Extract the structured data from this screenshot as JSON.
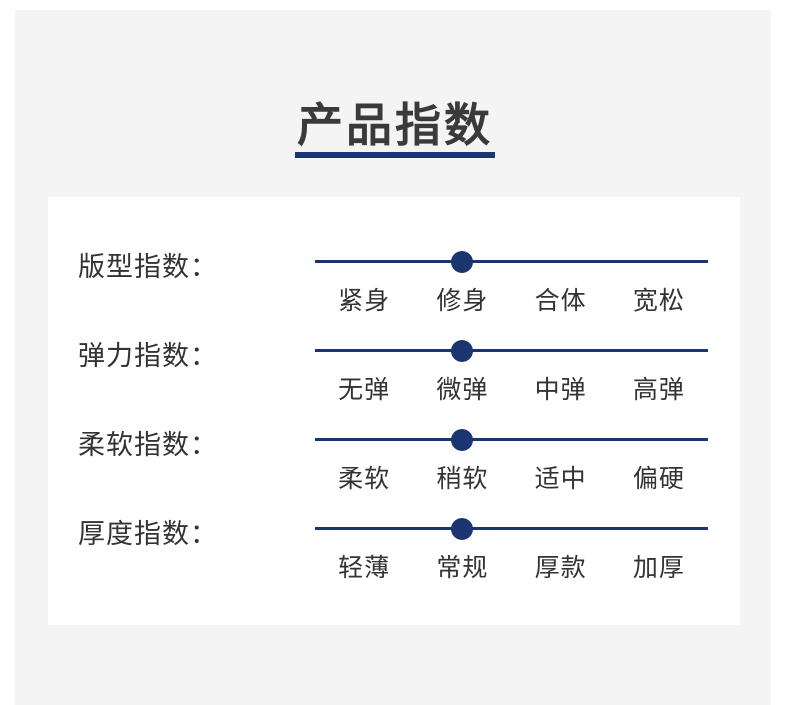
{
  "page": {
    "title": "产品指数",
    "colors": {
      "accent": "#1b3570",
      "panel_bg": "#f4f4f5",
      "card_bg": "#ffffff",
      "text": "#333333"
    }
  },
  "indices": [
    {
      "label": "版型指数：",
      "options": [
        "紧身",
        "修身",
        "合体",
        "宽松"
      ],
      "selected_index": 1,
      "selected": "修身"
    },
    {
      "label": "弹力指数：",
      "options": [
        "无弹",
        "微弹",
        "中弹",
        "高弹"
      ],
      "selected_index": 1,
      "selected": "微弹"
    },
    {
      "label": "柔软指数：",
      "options": [
        "柔软",
        "稍软",
        "适中",
        "偏硬"
      ],
      "selected_index": 1,
      "selected": "稍软"
    },
    {
      "label": "厚度指数：",
      "options": [
        "轻薄",
        "常规",
        "厚款",
        "加厚"
      ],
      "selected_index": 1,
      "selected": "常规"
    }
  ]
}
